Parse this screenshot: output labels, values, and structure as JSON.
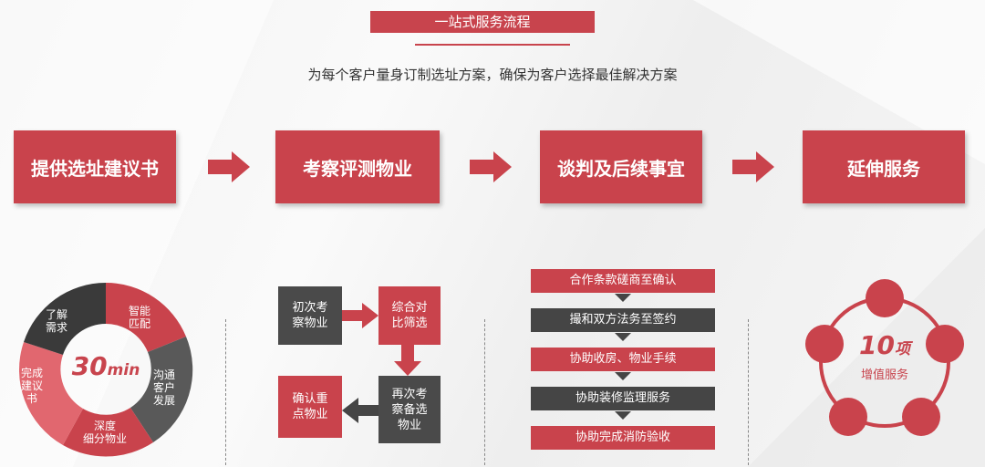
{
  "title": "一站式服务流程",
  "subtitle": "为每个客户量身订制选址方案，确保为客户选择最佳解决方案",
  "steps": [
    "提供选址建议书",
    "考察评测物业",
    "谈判及后续事宜",
    "延伸服务"
  ],
  "colors": {
    "red": "#c9434c",
    "dark": "#454545"
  },
  "donut": {
    "center_number": "30",
    "center_unit": "min",
    "segments": [
      "了解\n需求",
      "智能\n匹配",
      "沟通\n客户\n发展",
      "深度\n细分物业",
      "完成\n建议\n书"
    ]
  },
  "mid_flow": {
    "box1": "初次考\n察物业",
    "box2": "综合对\n比筛选",
    "box3": "再次考\n察备选\n物业",
    "box4": "确认重\n点物业"
  },
  "negotiation_steps": [
    "合作条款磋商至确认",
    "撮和双方法务至签约",
    "协助收房、物业手续",
    "协助装修监理服务",
    "协助完成消防验收"
  ],
  "extension": {
    "number": "10",
    "unit": "项",
    "label": "增值服务"
  }
}
